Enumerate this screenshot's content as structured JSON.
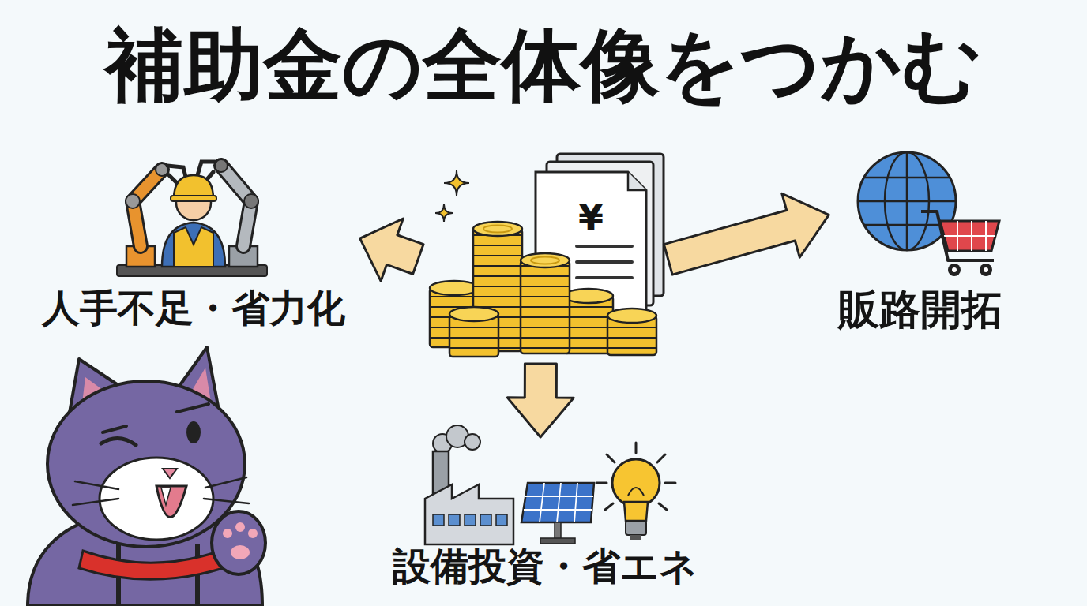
{
  "diagram": {
    "title": "補助金の全体像をつかむ",
    "nodes": [
      {
        "text": [
          "人手不足・省力化"
        ]
      },
      {
        "text": [
          "¥"
        ]
      },
      {
        "text": [
          "販路開拓"
        ]
      },
      {
        "text": [
          "設備投資・省エネ"
        ]
      }
    ],
    "edges": [
      {
        "from": 1,
        "to": 0,
        "arrow": "to"
      },
      {
        "from": 1,
        "to": 2,
        "arrow": "to"
      },
      {
        "from": 1,
        "to": 3,
        "arrow": "to"
      }
    ]
  }
}
